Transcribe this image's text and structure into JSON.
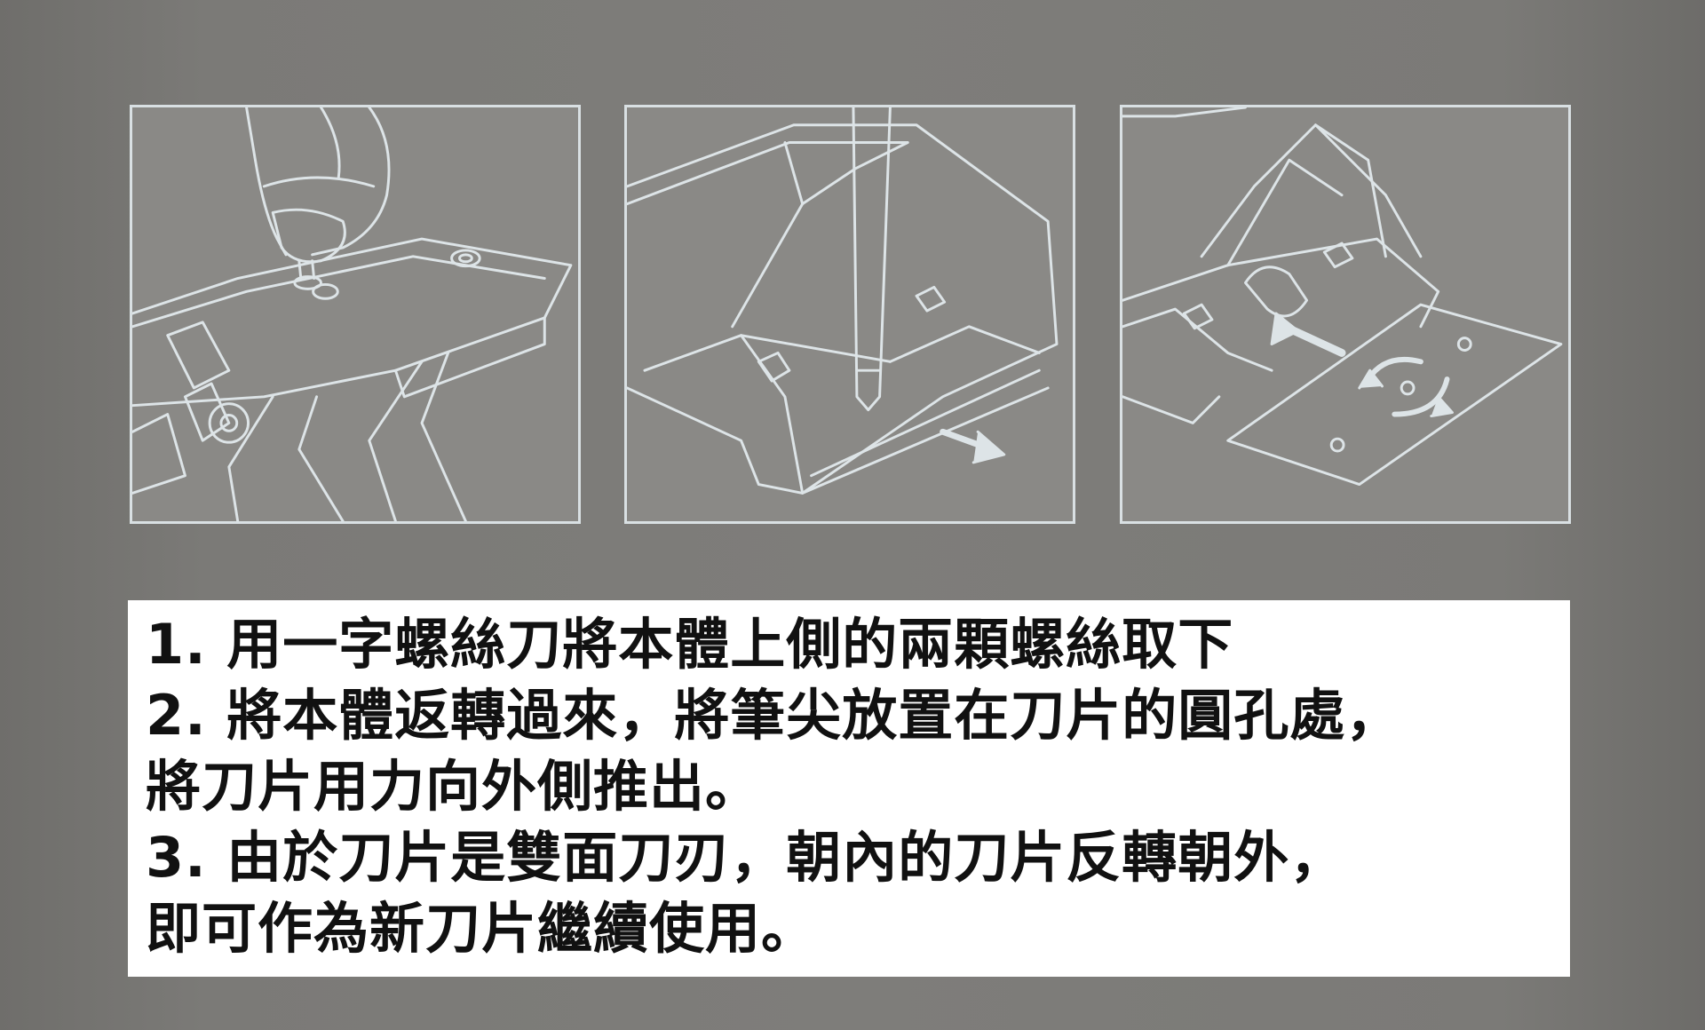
{
  "colors": {
    "background": "#7e7d7a",
    "line_art": "#dde4e7",
    "panel_fill": "#8a8986",
    "text": "#111111",
    "text_box": "#ffffff"
  },
  "illustrations": [
    {
      "name": "remove-screws-illustration"
    },
    {
      "name": "push-blade-out-illustration"
    },
    {
      "name": "flip-blade-illustration"
    }
  ],
  "instructions": {
    "lines": [
      "1. 用一字螺絲刀將本體上側的兩顆螺絲取下",
      "2. 將本體返轉過來，將筆尖放置在刀片的圓孔處，",
      "將刀片用力向外側推出。",
      "3. 由於刀片是雙面刀刃，朝內的刀片反轉朝外，",
      "即可作為新刀片繼續使用。"
    ]
  }
}
